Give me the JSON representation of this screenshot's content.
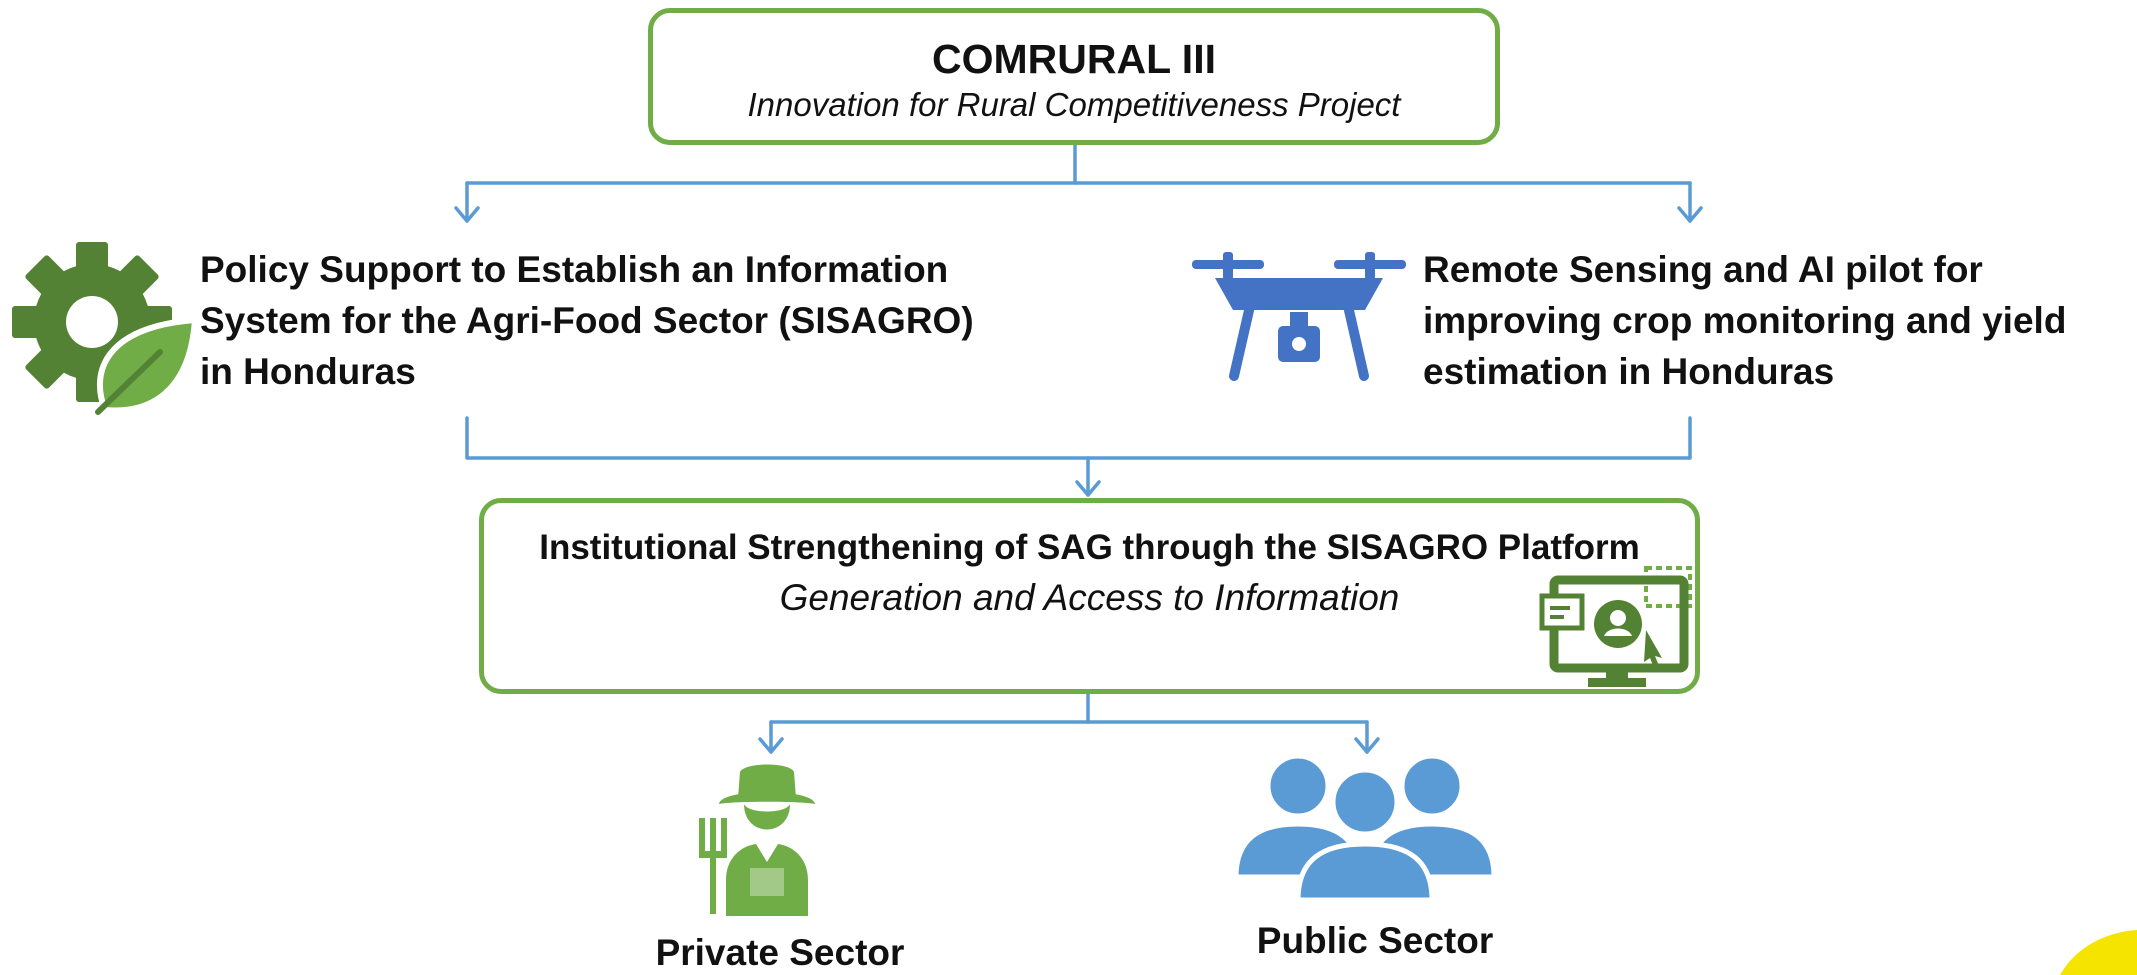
{
  "top_box": {
    "title": "COMRURAL III",
    "subtitle": "Innovation for Rural Competitiveness Project"
  },
  "left_branch": {
    "text": "Policy Support to Establish an Information System for the Agri-Food Sector (SISAGRO) in Honduras",
    "icon": "gear-leaf-icon"
  },
  "right_branch": {
    "text": "Remote Sensing and AI pilot for improving crop monitoring and yield estimation in Honduras",
    "icon": "drone-icon"
  },
  "middle_box": {
    "title": "Institutional Strengthening of SAG through the SISAGRO Platform",
    "subtitle": "Generation and Access to Information",
    "icon": "computer-user-icon"
  },
  "private_sector": {
    "label": "Private Sector",
    "icon": "farmer-icon"
  },
  "public_sector": {
    "label": "Public Sector",
    "icon": "people-group-icon"
  },
  "colors": {
    "box_border": "#70ad47",
    "connector": "#5b9bd5",
    "icon_green_dark": "#548235",
    "icon_green_light": "#70ad47",
    "icon_blue": "#4472c4",
    "icon_blue_light": "#5b9bd5",
    "corner_accent": "#f5e400"
  }
}
